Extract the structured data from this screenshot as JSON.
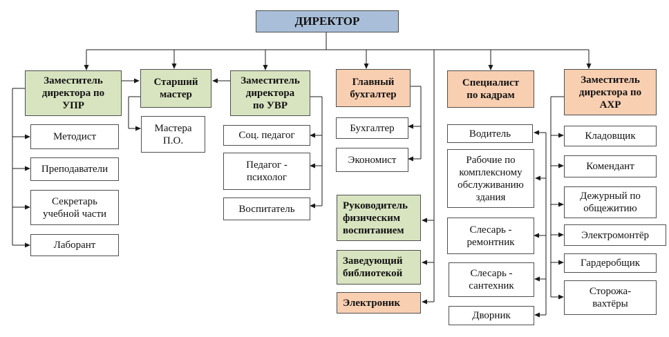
{
  "boxes": {
    "director": "ДИРЕКТОР",
    "dep_upr": "Заместитель\nдиректора по\nУПР",
    "senior_master": "Старший\nмастер",
    "dep_uvr": "Заместитель\nдиректора\nпо УВР",
    "chief_accountant": "Главный\nбухгалтер",
    "hr_specialist": "Специалист\nпо кадрам",
    "dep_ahr": "Заместитель\nдиректора по\nАХР",
    "methodist": "Методист",
    "teachers": "Преподаватели",
    "secretary": "Секретарь\nучебной части",
    "lab_assistant": "Лаборант",
    "masters_po": "Мастера\nП.О.",
    "social_pedagog": "Соц. педагог",
    "pedagog_psychologist": "Педагог -\nпсихолог",
    "educator": "Воспитатель",
    "accountant": "Бухгалтер",
    "economist": "Экономист",
    "pe_head": "Руководитель\nфизическим\nвоспитанием",
    "library_head": "Заведующий\nбиблиотекой",
    "electronic": "Электроник",
    "driver": "Водитель",
    "maintenance_workers": "Рабочие по\nкомплексному\nобслуживанию\nздания",
    "locksmith_repair": "Слесарь -\nремонтник",
    "locksmith_plumber": "Слесарь -\nсантехник",
    "janitor": "Дворник",
    "storekeeper": "Кладовщик",
    "commandant": "Комендант",
    "dorm_duty": "Дежурный по\nобщежитию",
    "electrician": "Электромонтёр",
    "cloakroom": "Гардеробщик",
    "watchmen": "Сторожа-\nвахтёры"
  },
  "colors": {
    "director": "#a9bfd9",
    "deputies": "#d8e4bf",
    "finance_hr": "#f9cfb1"
  }
}
